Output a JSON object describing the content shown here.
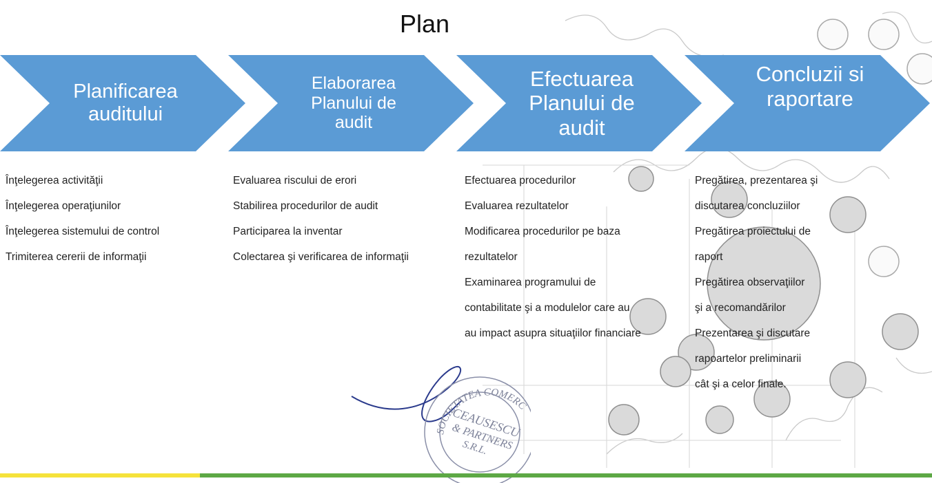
{
  "title": "Plan",
  "stages": [
    {
      "label": "Planificarea\nauditului"
    },
    {
      "label": "Elaborarea\nPlanului de\naudit"
    },
    {
      "label": "Efectuarea\nPlanului de\naudit"
    },
    {
      "label": "Concluzii si\nraportare"
    }
  ],
  "columns": [
    {
      "items": [
        "Înţelegerea activităţii",
        "Înţelegerea operaţiunilor",
        "Înţelegerea sistemului de control",
        "Trimiterea cererii de informaţii"
      ]
    },
    {
      "items": [
        "Evaluarea riscului de erori",
        "Stabilirea procedurilor de audit",
        "Participarea la inventar",
        "Colectarea şi verificarea de informaţii"
      ]
    },
    {
      "items": [
        "Efectuarea procedurilor",
        "Evaluarea rezultatelor",
        "Modificarea procedurilor pe baza",
        "rezultatelor",
        "Examinarea programului de",
        "contabilitate şi a modulelor care au",
        "au impact asupra situaţiilor financiare"
      ]
    },
    {
      "items": [
        "Pregătirea, prezentarea şi",
        "discutarea concluziilor",
        "Pregătirea proiectului de",
        "raport",
        "Pregătirea observaţiilor",
        "şi a recomandărilor",
        "Prezentarea şi discutare",
        "rapoartelor preliminarii",
        "cât şi a celor finale."
      ]
    }
  ],
  "stamp": {
    "outer_text": "SOCIETATEA COMERCIALĂ * CONSTANŢA - ROMÂNIA",
    "inner_line1": "CEAUSESCU",
    "inner_line2": "& PARTNERS",
    "inner_line3": "S.R.L."
  },
  "colors": {
    "chevron": "#5B9BD5",
    "bottom_left": "#F5E23B",
    "bottom_right": "#5DA845",
    "stamp": "#8a8fa8"
  }
}
